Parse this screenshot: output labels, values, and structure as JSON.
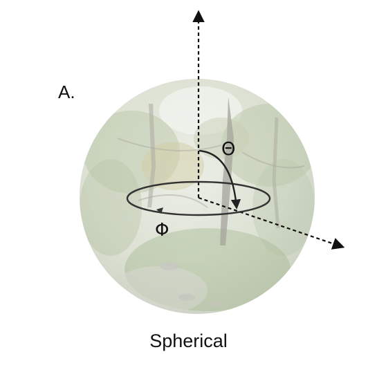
{
  "figure": {
    "panel_label": "A.",
    "caption": "Spherical",
    "theta_label": "Θ",
    "phi_label": "Φ"
  },
  "colors": {
    "sphere_tint": "#d6dccb",
    "foliage_green": "#8fa474",
    "foliage_yellow": "#b8ad6a",
    "ground_green": "#7f9a63",
    "trunk": "#6d6a5e",
    "sky": "#eef0ea",
    "axis": "#111111",
    "ring": "#333333"
  },
  "icons": [
    "arrow-up-icon",
    "arrow-right-down-icon",
    "arc-arrow-icon"
  ]
}
